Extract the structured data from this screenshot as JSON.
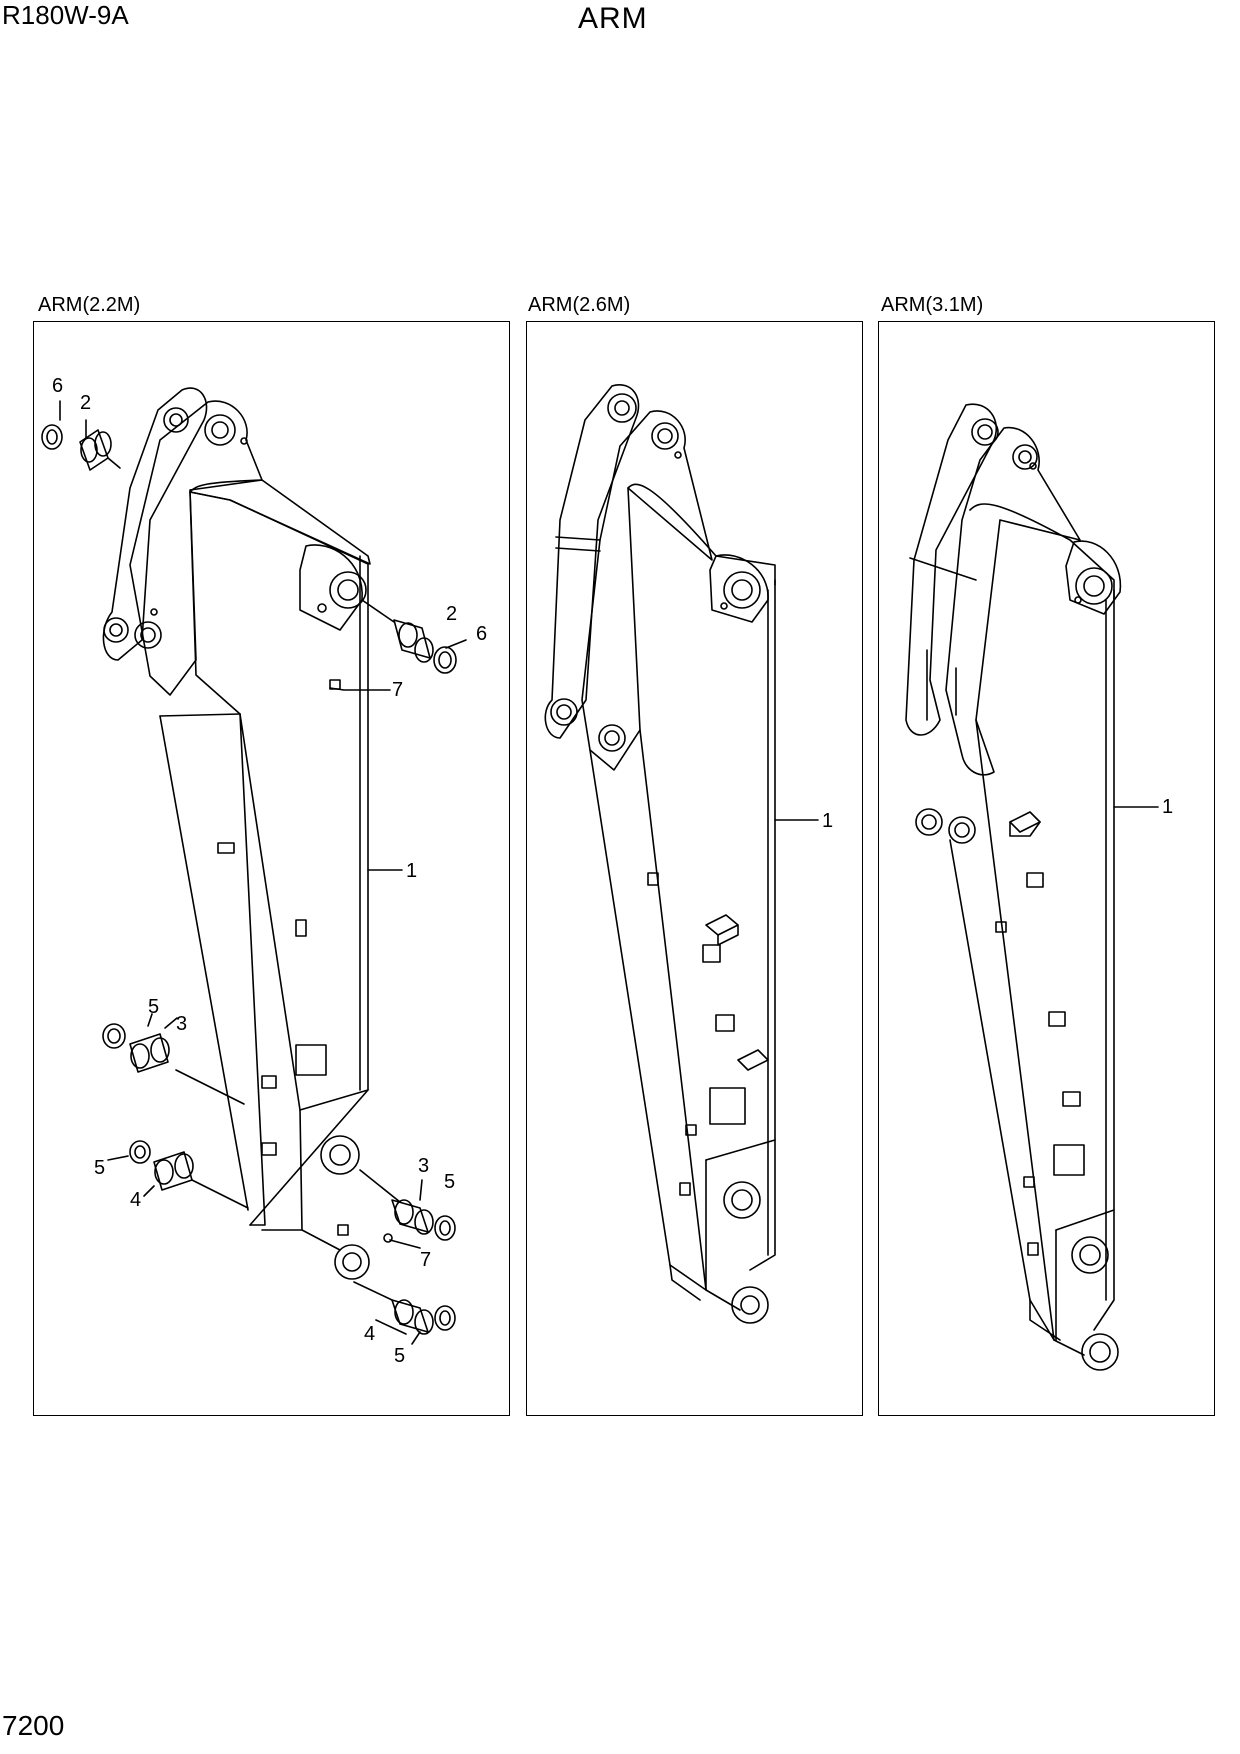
{
  "header": {
    "model": "R180W-9A",
    "title": "ARM"
  },
  "footer": {
    "page_number": "7200"
  },
  "panels": [
    {
      "label": "ARM(2.2M)",
      "callouts": {
        "c6a": "6",
        "c2a": "2",
        "c2b": "2",
        "c6b": "6",
        "c7a": "7",
        "c1": "1",
        "c5a": "5",
        "c3a": "3",
        "c5b": "5",
        "c4a": "4",
        "c3b": "3",
        "c5c": "5",
        "c7b": "7",
        "c4b": "4",
        "c5d": "5"
      }
    },
    {
      "label": "ARM(2.6M)",
      "callouts": {
        "c1": "1"
      }
    },
    {
      "label": "ARM(3.1M)",
      "callouts": {
        "c1": "1"
      }
    }
  ]
}
